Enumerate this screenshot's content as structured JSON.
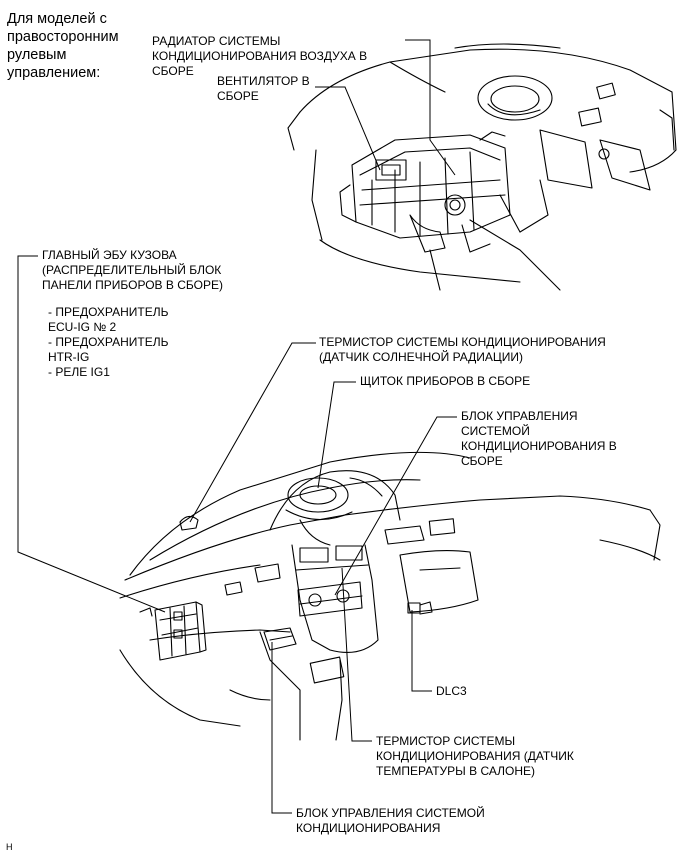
{
  "heading": [
    "Для моделей с",
    "правосторонним",
    "рулевым",
    "управлением:"
  ],
  "labels": {
    "radiator": [
      "РАДИАТОР СИСТЕМЫ",
      "КОНДИЦИОНИРОВАНИЯ ВОЗДУХА В",
      "СБОРЕ"
    ],
    "fan": [
      "ВЕНТИЛЯТОР В",
      "СБОРЕ"
    ],
    "main_ecu": [
      "ГЛАВНЫЙ ЭБУ КУЗОВА",
      "(РАСПРЕДЕЛИТЕЛЬНЫЙ БЛОК",
      "ПАНЕЛИ ПРИБОРОВ В СБОРЕ)"
    ],
    "main_ecu_items": [
      "- ПРЕДОХРАНИТЕЛЬ",
      "ECU-IG № 2",
      "- ПРЕДОХРАНИТЕЛЬ",
      "HTR-IG",
      "- РЕЛЕ IG1"
    ],
    "solar_sensor": [
      "ТЕРМИСТОР СИСТЕМЫ КОНДИЦИОНИРОВАНИЯ",
      "(ДАТЧИК СОЛНЕЧНОЙ РАДИАЦИИ)"
    ],
    "combination_meter": [
      "ЩИТОК ПРИБОРОВ В СБОРЕ"
    ],
    "ac_control": [
      "БЛОК УПРАВЛЕНИЯ",
      "СИСТЕМОЙ",
      "КОНДИЦИОНИРОВАНИЯ В",
      "СБОРЕ"
    ],
    "dlc3": [
      "DLC3"
    ],
    "room_temp_sensor": [
      "ТЕРМИСТОР СИСТЕМЫ",
      "КОНДИЦИОНИРОВАНИЯ (ДАТЧИК",
      "ТЕМПЕРАТУРЫ В САЛОНЕ)"
    ],
    "ac_amplifier": [
      "БЛОК УПРАВЛЕНИЯ СИСТЕМОЙ",
      "КОНДИЦИОНИРОВАНИЯ"
    ]
  },
  "footer_code": "H"
}
